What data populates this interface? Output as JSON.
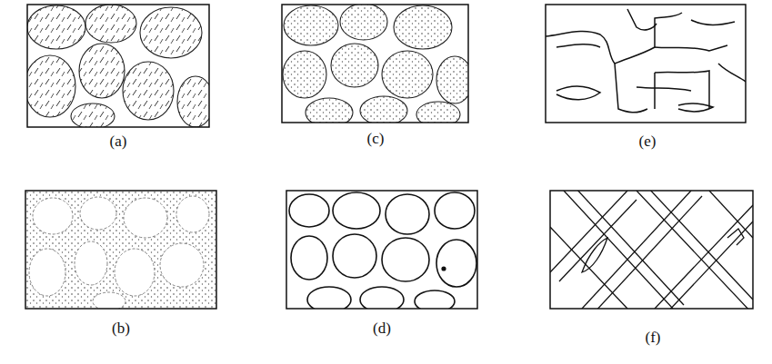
{
  "diagram": {
    "labels": [
      "(a)",
      "(c)",
      "(e)",
      "(b)",
      "(d)",
      "(f)"
    ]
  }
}
